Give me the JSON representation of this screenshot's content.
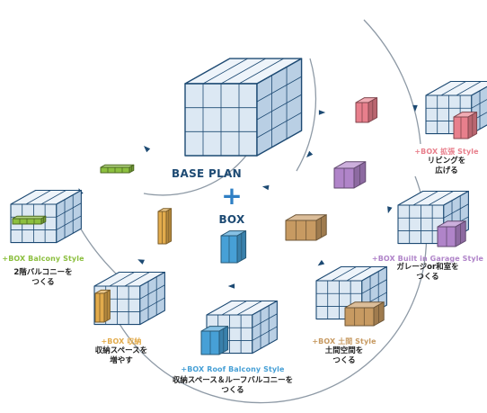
{
  "center": {
    "base_plan": "BASE PLAN",
    "plus": "+",
    "box": "BOX"
  },
  "colors": {
    "navy": "#1d4a73",
    "cube_face": "#dce8f3",
    "cube_side": "#b9cfe4",
    "cube_top": "#eef4fa",
    "arc": "#8e9aa6",
    "plus": "#2f7fc4",
    "expansion": "#e87f8c",
    "garage": "#b084c9",
    "doma": "#c79a62",
    "roof_balcony": "#47a0d6",
    "storage": "#e2ab4c",
    "balcony": "#8cbf3f"
  },
  "styles": [
    {
      "id": "expansion",
      "title": "+BOX 拡張 Style",
      "lines": [
        "リビングを",
        "広げる"
      ],
      "color": "#e87f8c"
    },
    {
      "id": "garage",
      "title": "+BOX Built in Garage Style",
      "lines": [
        "ガレージor和室を",
        "つくる"
      ],
      "color": "#b084c9"
    },
    {
      "id": "doma",
      "title": "+BOX 土間 Style",
      "lines": [
        "土間空間を",
        "つくる"
      ],
      "color": "#c79a62"
    },
    {
      "id": "roof-balcony",
      "title": "+BOX Roof Balcony Style",
      "lines": [
        "収納スペース＆ルーフバルコニーを",
        "つくる"
      ],
      "color": "#47a0d6"
    },
    {
      "id": "storage",
      "title": "+BOX 収納",
      "lines": [
        "収納スペースを",
        "増やす"
      ],
      "color": "#e2ab4c"
    },
    {
      "id": "balcony",
      "title": "+BOX Balcony Style",
      "lines": [
        "2階バルコニーを",
        "つくる"
      ],
      "color": "#8cbf3f"
    }
  ]
}
